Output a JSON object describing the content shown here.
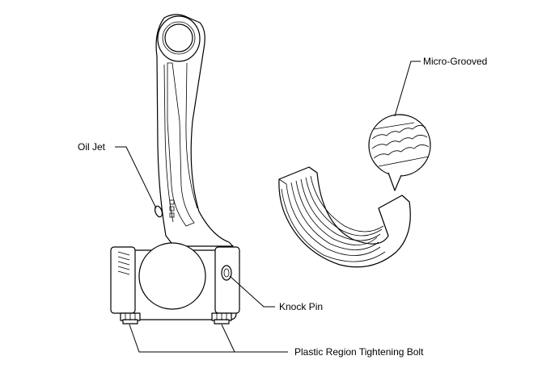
{
  "labels": {
    "oil_jet": "Oil Jet",
    "micro_grooved": "Micro-Grooved",
    "knock_pin": "Knock Pin",
    "bolt": "Plastic Region Tightening Bolt"
  }
}
